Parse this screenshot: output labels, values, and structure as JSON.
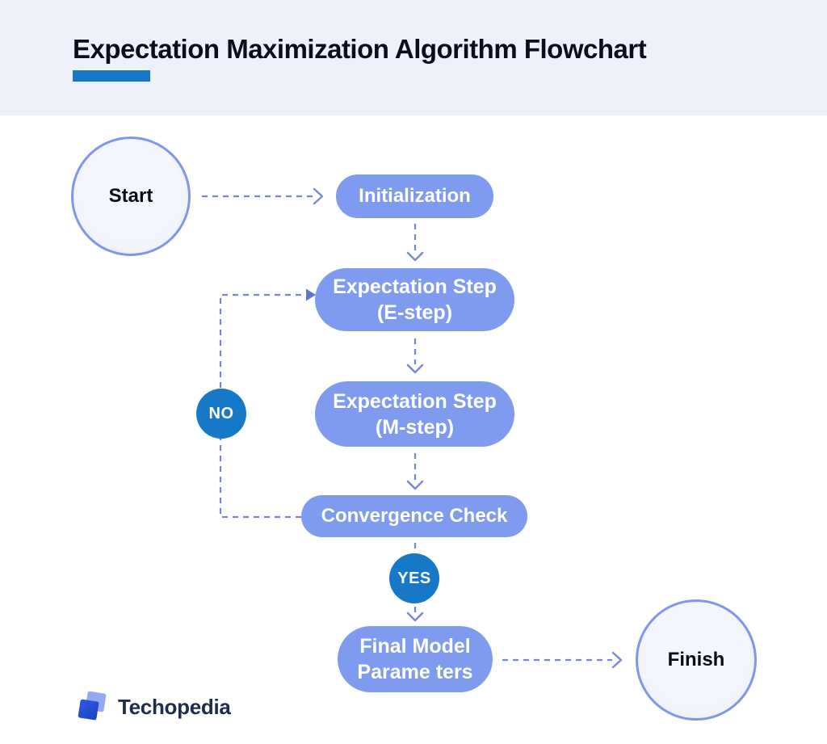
{
  "header": {
    "title": "Expectation Maximization Algorithm Flowchart"
  },
  "nodes": {
    "start": {
      "label": "Start"
    },
    "initialization": {
      "label": "Initialization"
    },
    "e_step": {
      "line1": "Expectation Step",
      "line2": "(E-step)"
    },
    "m_step": {
      "line1": "Expectation Step",
      "line2": "(M-step)"
    },
    "convergence": {
      "label": "Convergence Check"
    },
    "no": {
      "label": "NO"
    },
    "yes": {
      "label": "YES"
    },
    "final": {
      "line1": "Final Model",
      "line2": "Parame ters"
    },
    "finish": {
      "label": "Finish"
    }
  },
  "footer": {
    "brand": "Techopedia"
  },
  "colors": {
    "accent": "#1778c8",
    "pill": "#7f9bef",
    "dash": "#7585cf",
    "chev": "#7a8bd5",
    "tri": "#5f74cc",
    "header-bg": "#eef0fa",
    "node-border": "#7e97e9",
    "node-fill": "#f2f4fc",
    "title": "#0b0e1c",
    "brand": "#1d2b4c",
    "decision": "#1778c8"
  }
}
